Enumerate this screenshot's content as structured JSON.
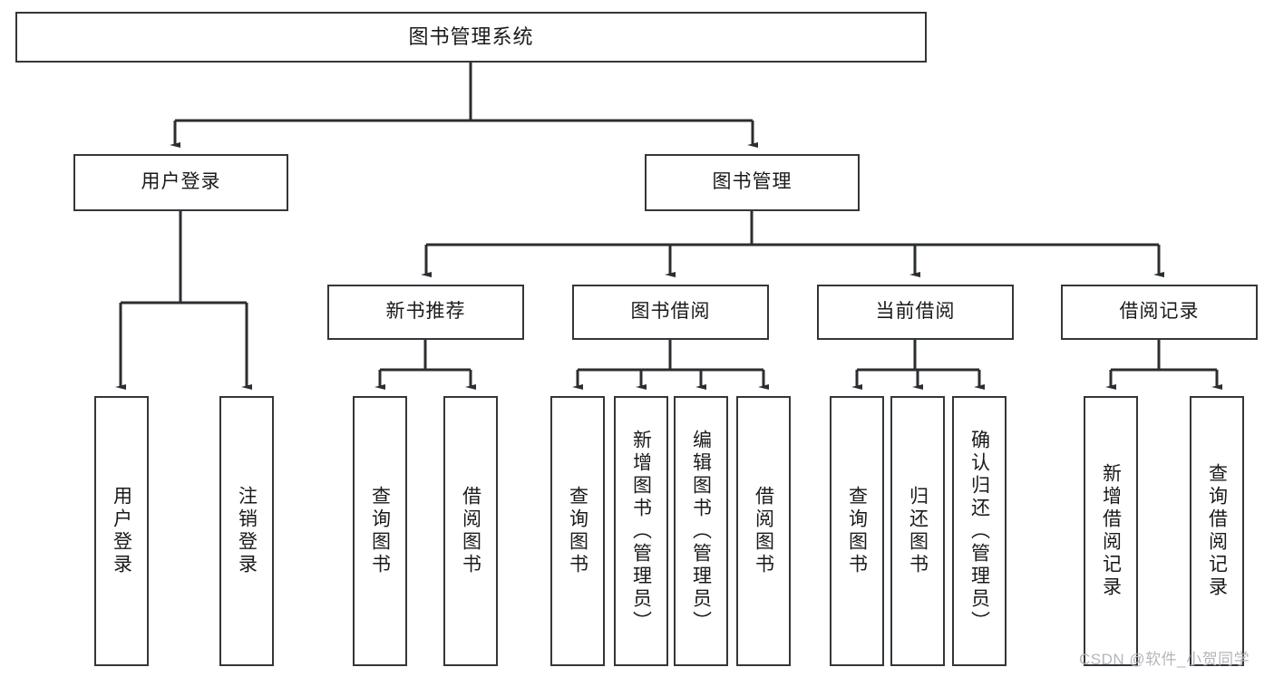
{
  "diagram": {
    "type": "hierarchy-tree",
    "title": "图书管理系统",
    "watermark": "CSDN @软件_小贺同学",
    "colors": {
      "box_border": "#33363a",
      "box_fill": "#ffffff",
      "connector": "#2b2e31",
      "text": "#1a1a1a",
      "watermark": "#b4b6ba"
    },
    "nodes": {
      "root": {
        "label": "图书管理系统"
      },
      "level2": [
        {
          "label": "用户登录"
        },
        {
          "label": "图书管理"
        }
      ],
      "level3": [
        {
          "label": "新书推荐"
        },
        {
          "label": "图书借阅"
        },
        {
          "label": "当前借阅"
        },
        {
          "label": "借阅记录"
        }
      ],
      "leaves": {
        "user_login": [
          {
            "label": "用户登录"
          },
          {
            "label": "注销登录"
          }
        ],
        "new_book_recommend": [
          {
            "label": "查询图书"
          },
          {
            "label": "借阅图书"
          }
        ],
        "book_borrow": [
          {
            "label": "查询图书"
          },
          {
            "label": "新增图书（管理员）"
          },
          {
            "label": "编辑图书（管理员）"
          },
          {
            "label": "借阅图书"
          }
        ],
        "current_borrow": [
          {
            "label": "查询图书"
          },
          {
            "label": "归还图书"
          },
          {
            "label": "确认归还（管理员）"
          }
        ],
        "borrow_record": [
          {
            "label": "新增借阅记录"
          },
          {
            "label": "查询借阅记录"
          }
        ]
      }
    }
  }
}
